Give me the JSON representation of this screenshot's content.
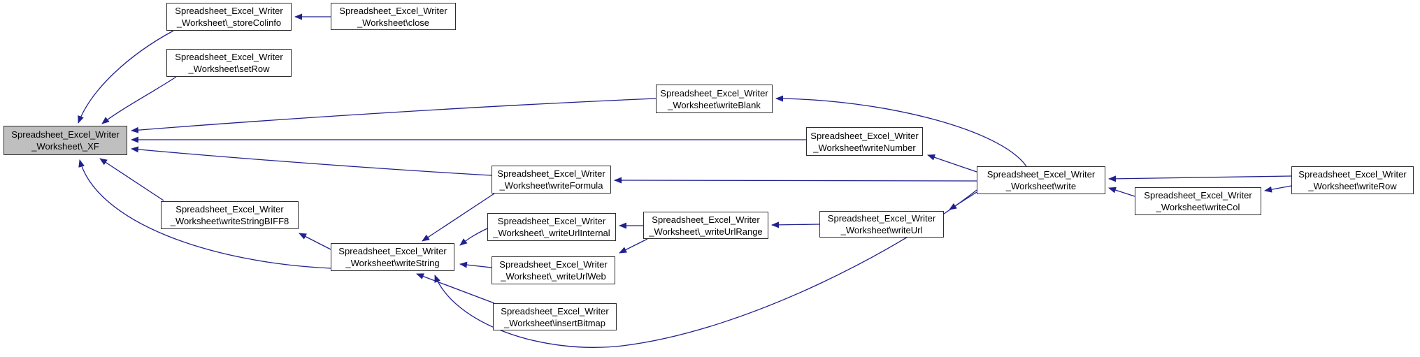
{
  "diagram": {
    "type": "caller-graph",
    "colors": {
      "edge": "#20208f",
      "node_border": "#2e2e2e",
      "node_fill": "#ffffff",
      "highlight_fill": "#bfbfbf",
      "text": "#000000",
      "background": "#ffffff"
    },
    "nodes": [
      {
        "id": "xf",
        "line1": "Spreadsheet_Excel_Writer",
        "line2": "_Worksheet\\_XF",
        "highlighted": true
      },
      {
        "id": "store-colinfo",
        "line1": "Spreadsheet_Excel_Writer",
        "line2": "_Worksheet\\_storeColinfo",
        "highlighted": false
      },
      {
        "id": "close",
        "line1": "Spreadsheet_Excel_Writer",
        "line2": "_Worksheet\\close",
        "highlighted": false
      },
      {
        "id": "set-row",
        "line1": "Spreadsheet_Excel_Writer",
        "line2": "_Worksheet\\setRow",
        "highlighted": false
      },
      {
        "id": "write-blank",
        "line1": "Spreadsheet_Excel_Writer",
        "line2": "_Worksheet\\writeBlank",
        "highlighted": false
      },
      {
        "id": "write-number",
        "line1": "Spreadsheet_Excel_Writer",
        "line2": "_Worksheet\\writeNumber",
        "highlighted": false
      },
      {
        "id": "write-formula",
        "line1": "Spreadsheet_Excel_Writer",
        "line2": "_Worksheet\\writeFormula",
        "highlighted": false
      },
      {
        "id": "write-string-biff8",
        "line1": "Spreadsheet_Excel_Writer",
        "line2": "_Worksheet\\writeStringBIFF8",
        "highlighted": false
      },
      {
        "id": "write-string",
        "line1": "Spreadsheet_Excel_Writer",
        "line2": "_Worksheet\\writeString",
        "highlighted": false
      },
      {
        "id": "write-url-internal",
        "line1": "Spreadsheet_Excel_Writer",
        "line2": "_Worksheet\\_writeUrlInternal",
        "highlighted": false
      },
      {
        "id": "write-url-web",
        "line1": "Spreadsheet_Excel_Writer",
        "line2": "_Worksheet\\_writeUrlWeb",
        "highlighted": false
      },
      {
        "id": "insert-bitmap",
        "line1": "Spreadsheet_Excel_Writer",
        "line2": "_Worksheet\\insertBitmap",
        "highlighted": false
      },
      {
        "id": "write-url-range",
        "line1": "Spreadsheet_Excel_Writer",
        "line2": "_Worksheet\\_writeUrlRange",
        "highlighted": false
      },
      {
        "id": "write-url",
        "line1": "Spreadsheet_Excel_Writer",
        "line2": "_Worksheet\\writeUrl",
        "highlighted": false
      },
      {
        "id": "write",
        "line1": "Spreadsheet_Excel_Writer",
        "line2": "_Worksheet\\write",
        "highlighted": false
      },
      {
        "id": "write-col",
        "line1": "Spreadsheet_Excel_Writer",
        "line2": "_Worksheet\\writeCol",
        "highlighted": false
      },
      {
        "id": "write-row",
        "line1": "Spreadsheet_Excel_Writer",
        "line2": "_Worksheet\\writeRow",
        "highlighted": false
      }
    ],
    "edges": [
      {
        "from": "close",
        "to": "store-colinfo"
      },
      {
        "from": "store-colinfo",
        "to": "xf"
      },
      {
        "from": "set-row",
        "to": "xf"
      },
      {
        "from": "write-blank",
        "to": "xf"
      },
      {
        "from": "write-number",
        "to": "xf"
      },
      {
        "from": "write-formula",
        "to": "xf"
      },
      {
        "from": "write-string-biff8",
        "to": "xf"
      },
      {
        "from": "write-string",
        "to": "xf"
      },
      {
        "from": "write-string",
        "to": "write-string-biff8"
      },
      {
        "from": "write-formula",
        "to": "write-string"
      },
      {
        "from": "write-url-internal",
        "to": "write-string"
      },
      {
        "from": "write-url-web",
        "to": "write-string"
      },
      {
        "from": "insert-bitmap",
        "to": "write-string"
      },
      {
        "from": "write",
        "to": "write-string"
      },
      {
        "from": "write-url-range",
        "to": "write-url-internal"
      },
      {
        "from": "write-url-range",
        "to": "write-url-web"
      },
      {
        "from": "write-url",
        "to": "write-url-range"
      },
      {
        "from": "write",
        "to": "write-url"
      },
      {
        "from": "write",
        "to": "write-formula"
      },
      {
        "from": "write",
        "to": "write-number"
      },
      {
        "from": "write",
        "to": "write-blank"
      },
      {
        "from": "write-row",
        "to": "write"
      },
      {
        "from": "write-col",
        "to": "write"
      },
      {
        "from": "write-row",
        "to": "write-col"
      }
    ]
  }
}
